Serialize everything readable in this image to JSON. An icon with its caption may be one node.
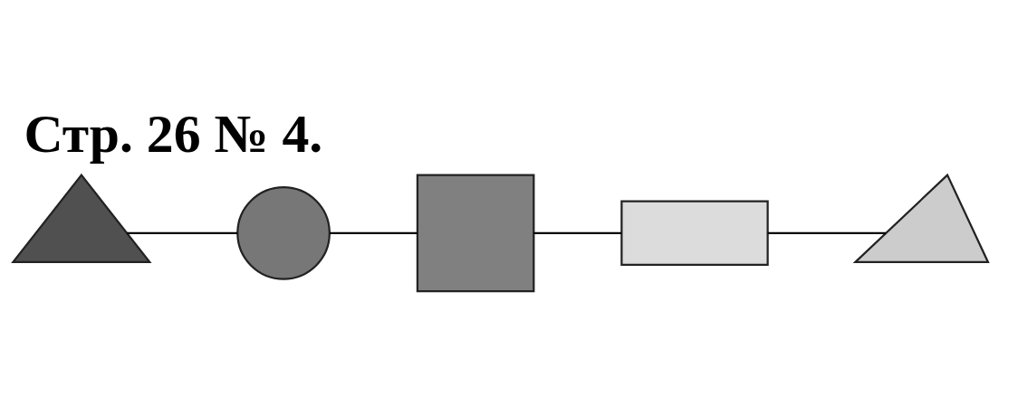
{
  "diagram": {
    "title": "Стр. 26 № 4.",
    "nodes": [
      {
        "text": [],
        "shape": "triangle"
      },
      {
        "text": [],
        "shape": "circle"
      },
      {
        "text": [],
        "shape": "square"
      },
      {
        "text": [],
        "shape": "rectangle"
      },
      {
        "text": [],
        "shape": "triangle"
      }
    ],
    "edges": [
      {
        "from": 0,
        "to": 1,
        "arrow": "none"
      },
      {
        "from": 1,
        "to": 2,
        "arrow": "none"
      },
      {
        "from": 2,
        "to": 3,
        "arrow": "none"
      },
      {
        "from": 3,
        "to": 4,
        "arrow": "none"
      }
    ]
  }
}
